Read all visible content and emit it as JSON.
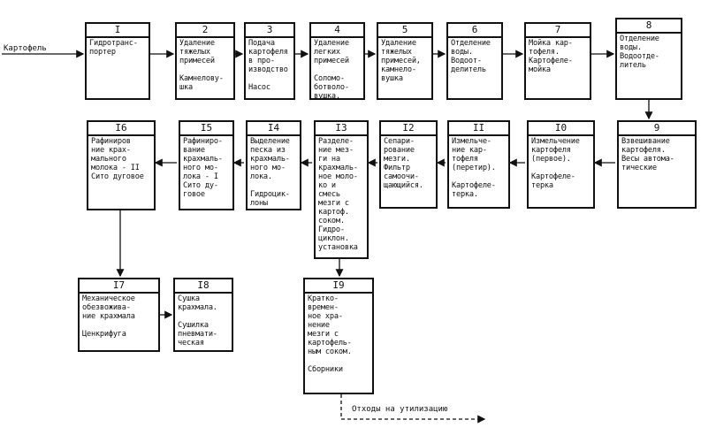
{
  "input_label": "Картофель",
  "waste_label": "Отходы на утилизацию",
  "boxes": {
    "b1": {
      "num": "I",
      "text": "Гидротранс-\nпортер"
    },
    "b2": {
      "num": "2",
      "text": "Удаление\nтяжелых\nпримесей\n\nКамнелову-\nшка"
    },
    "b3": {
      "num": "3",
      "text": "Подача\nкартофеля\nв про-\nизводство\n\nНасос"
    },
    "b4": {
      "num": "4",
      "text": "Удаление\nлегких\nпримесей\n\nСоломо-\nботволо-\nвушка."
    },
    "b5": {
      "num": "5",
      "text": "Удаление\nтяжелых\nпримесей,\nкамнело-\nвушка"
    },
    "b6": {
      "num": "6",
      "text": "Отделение\nводы.\nВодоот-\nделитель"
    },
    "b7": {
      "num": "7",
      "text": "Мойка кар-\nтофеля.\nКартофеле-\nмойка"
    },
    "b8": {
      "num": "8",
      "text": "Отделение\nводы.\nВодоотде-\nлитель"
    },
    "b9": {
      "num": "9",
      "text": "Взвешивание\nкартофеля.\nВесы автома-\nтические"
    },
    "b10": {
      "num": "I0",
      "text": "Измельчение\nкартофеля\n(первое).\n\nКартофеле-\nтерка"
    },
    "b11": {
      "num": "II",
      "text": "Измельче-\nние кар-\nтофеля\n(перетир).\n\nКартофеле-\nтерка."
    },
    "b12": {
      "num": "I2",
      "text": "Сепари-\nрование\nмезги.\nФильтр\nсамоочи-\nщающийся."
    },
    "b13": {
      "num": "I3",
      "text": "Разделе-\nние мез-\nги на\nкрахмаль-\nное моло-\nко и\nсмесь\nмезги с\nкартоф.\nсоком.\nГидро-\nциклон.\nустановка"
    },
    "b14": {
      "num": "I4",
      "text": "Выделение\nпеска из\nкрахмаль-\nного мо-\nлока.\n\nГидроцик-\nлоны"
    },
    "b15": {
      "num": "I5",
      "text": "Рафиниро-\nвание\nкрахмаль-\nного мо-\nлока - I\nСито ду-\nговое"
    },
    "b16": {
      "num": "I6",
      "text": "Рафиниров\nние крах-\nмального\nмолока - II\nСито дуговое"
    },
    "b17": {
      "num": "I7",
      "text": "Механическое\nобезвожива-\nние крахмала\n\nЦенкрифуга"
    },
    "b18": {
      "num": "I8",
      "text": "Сушка\nкрахмала.\n\nСушилка\nпневмати-\nческая"
    },
    "b19": {
      "num": "I9",
      "text": "Кратко-\nвремен-\nное хра-\nнение\nмезги с\nкартофель-\nным соком.\n\nСборники"
    }
  }
}
